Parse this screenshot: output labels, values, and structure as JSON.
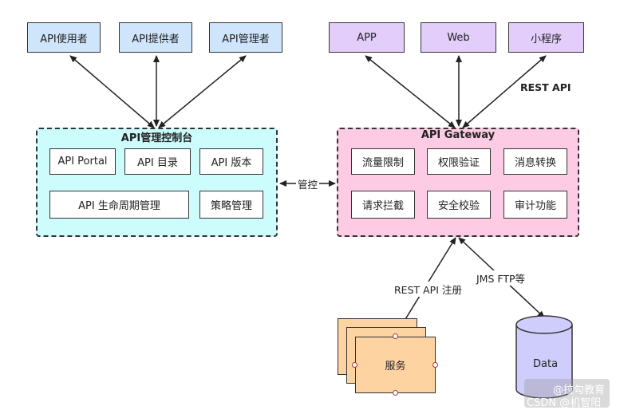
{
  "clients_left": [
    "API使用者",
    "API提供者",
    "API管理者"
  ],
  "clients_right": [
    "APP",
    "Web",
    "小程序"
  ],
  "rest_api_top": "REST API",
  "console": {
    "title": "API管理控制台",
    "row1": [
      "API Portal",
      "API 目录",
      "API 版本"
    ],
    "row2": [
      "API 生命周期管理",
      "策略管理"
    ]
  },
  "control_label": "管控",
  "gateway": {
    "title": "API Gateway",
    "row1": [
      "流量限制",
      "权限验证",
      "消息转换"
    ],
    "row2": [
      "请求拦截",
      "安全校验",
      "审计功能"
    ]
  },
  "register_label": "REST API 注册",
  "jms_label": "JMS FTP等",
  "service_label": "服务",
  "data_label": "Data",
  "watermark": "@拉勾教育",
  "watermark2": "CSDN @机智阳",
  "colors": {
    "client_left_fill": "#cfe5fb",
    "client_right_fill": "#e3cdfb",
    "console_fill": "#ccfcfc",
    "gateway_fill": "#fdcce4",
    "service_fill": "#fdd3a2",
    "data_fill": "#cfcdfb"
  }
}
